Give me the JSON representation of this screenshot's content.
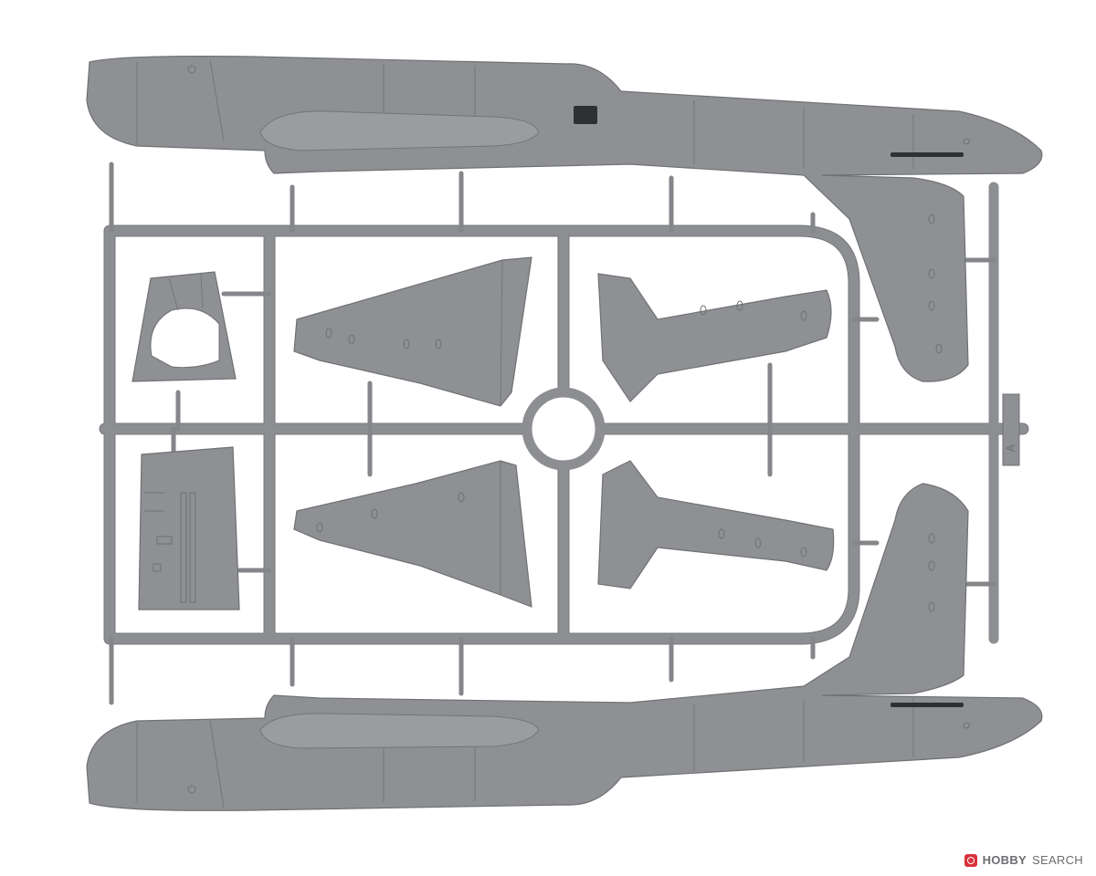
{
  "watermark": {
    "hobby": "HOBBY",
    "search": "SEARCH",
    "logo_color": "#d9333b"
  },
  "sprue": {
    "letter": "A",
    "plastic_color": "#8e9093",
    "background_color": "#ffffff"
  },
  "icons": [
    "hobby-search-logo-icon"
  ]
}
